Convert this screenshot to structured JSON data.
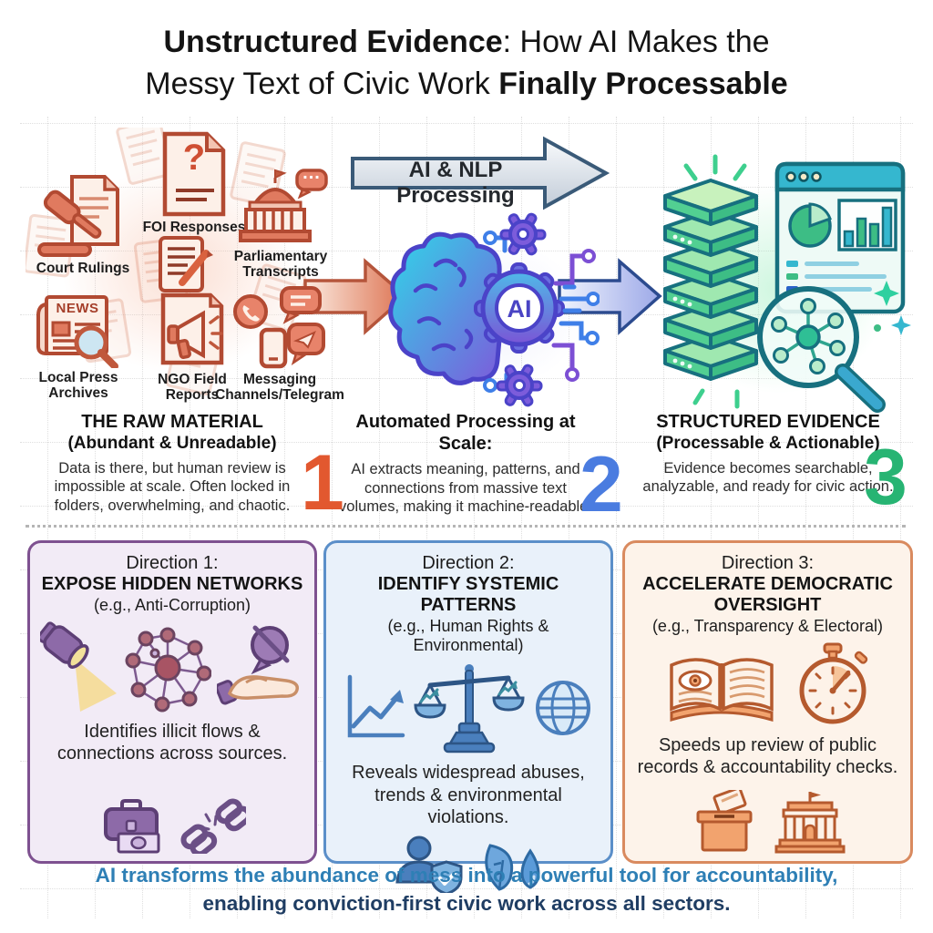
{
  "title": {
    "line1_bold": "Unstructured Evidence",
    "line1_rest": ": How AI Makes the",
    "line2_rest": "Messy Text of Civic Work ",
    "line2_bold": "Finally Processable"
  },
  "process": {
    "arrow_label": "AI & NLP Processing",
    "ai_label": "AI",
    "sources": [
      {
        "label": "Court Rulings"
      },
      {
        "label": "FOI Responses",
        "glyph": "?"
      },
      {
        "label": "Parliamentary Transcripts",
        "glyph": "..."
      },
      {
        "label": "Local Press Archives",
        "badge": "NEWS"
      },
      {
        "label": "NGO Field Reports"
      },
      {
        "label": "Messaging Channels/Telegram"
      }
    ],
    "steps": [
      {
        "number": "1",
        "color": "#e2582f",
        "heading": "THE RAW MATERIAL",
        "subheading": "(Abundant & Unreadable)",
        "body": "Data is there, but human review is impossible at scale. Often locked in folders, overwhelming, and chaotic."
      },
      {
        "number": "2",
        "color": "#4a7ce0",
        "heading": "Automated Processing at Scale:",
        "subheading": "",
        "body": "AI extracts meaning, patterns, and connections from massive text volumes, making it machine-readable."
      },
      {
        "number": "3",
        "color": "#27b473",
        "heading": "STRUCTURED EVIDENCE",
        "subheading": "(Processable & Actionable)",
        "body": "Evidence becomes searchable, analyzable, and ready for civic action."
      }
    ]
  },
  "directions": [
    {
      "kicker": "Direction 1:",
      "title": "EXPOSE HIDDEN NETWORKS",
      "example": "(e.g., Anti-Corruption)",
      "body": "Identifies illicit flows & connections across sources.",
      "accent": "#7e5190"
    },
    {
      "kicker": "Direction 2:",
      "title": "IDENTIFY SYSTEMIC PATTERNS",
      "example": "(e.g., Human Rights & Environmental)",
      "body": "Reveals widespread abuses, trends & environmental violations.",
      "accent": "#5b8fc9"
    },
    {
      "kicker": "Direction 3:",
      "title": "ACCELERATE DEMOCRATIC OVERSIGHT",
      "example": "(e.g., Transparency & Electoral)",
      "body": "Speeds up review of public records & accountability checks.",
      "accent": "#d98a5f"
    }
  ],
  "footer": {
    "line1": "AI transforms the abundance of mess into a powerful tool for accountability,",
    "line2": "enabling conviction-first civic work across all sectors."
  }
}
